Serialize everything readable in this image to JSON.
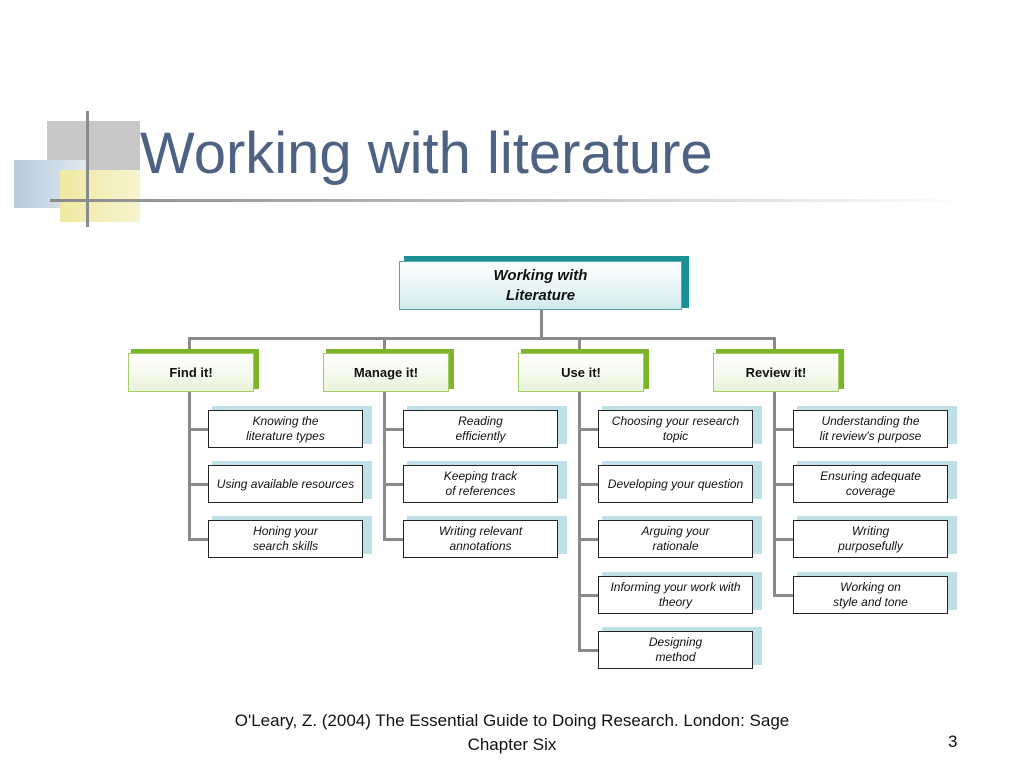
{
  "slide": {
    "title": "Working with literature",
    "footer_line1": "O'Leary, Z. (2004) The Essential Guide to Doing Research. London: Sage",
    "footer_line2": "Chapter Six",
    "page_number": "3"
  },
  "diagram": {
    "root": "Working with\nLiterature",
    "branches": [
      {
        "label": "Find it!",
        "items": [
          "Knowing the\nliterature types",
          "Using available resources",
          "Honing your\nsearch skills"
        ]
      },
      {
        "label": "Manage it!",
        "items": [
          "Reading\nefficiently",
          "Keeping track\nof references",
          "Writing relevant\nannotations"
        ]
      },
      {
        "label": "Use it!",
        "items": [
          "Choosing your research\ntopic",
          "Developing your question",
          "Arguing your\nrationale",
          "Informing your work with\ntheory",
          "Designing\nmethod"
        ]
      },
      {
        "label": "Review it!",
        "items": [
          "Understanding the\nlit review's purpose",
          "Ensuring adequate\ncoverage",
          "Writing\npurposefully",
          "Working on\nstyle and tone"
        ]
      }
    ],
    "colors": {
      "title": "#4e6283",
      "root_accent": "#1a8f95",
      "branch_accent": "#7ab52a",
      "leaf_shadow": "#bfe0e6",
      "connector": "#8a8a8a"
    }
  }
}
